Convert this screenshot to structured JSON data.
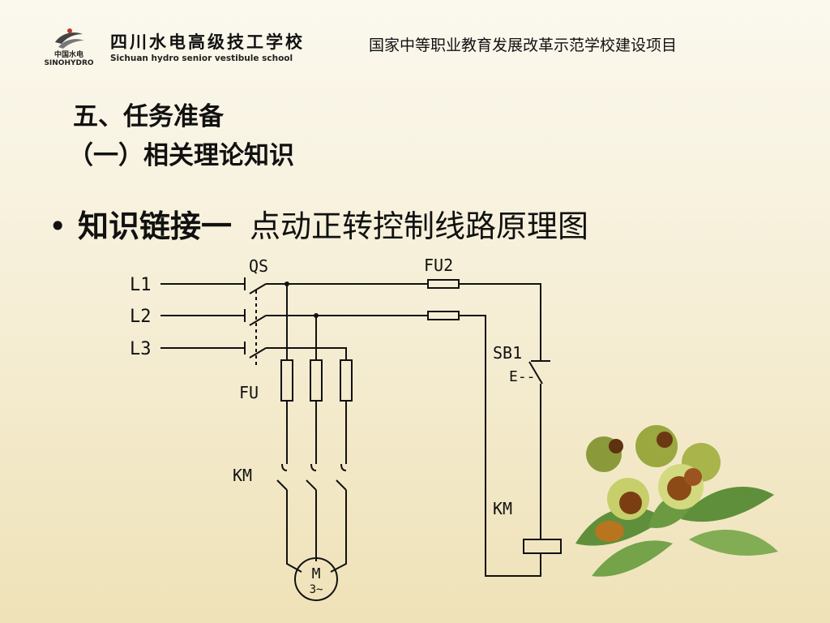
{
  "header": {
    "logo_caption_top": "中国水电",
    "logo_caption_bottom": "SINOHYDRO",
    "school_name_cn": "四川水电高级技工学校",
    "school_name_en": "Sichuan hydro senior vestibule school",
    "project": "国家中等职业教育发展改革示范学校建设项目"
  },
  "content": {
    "section": "五、任务准备",
    "subsection": "（一）相关理论知识",
    "bullet": "•",
    "bullet_strong": "知识链接一",
    "bullet_text": "点动正转控制线路原理图"
  },
  "diagram": {
    "labels": {
      "L1": "L1",
      "L2": "L2",
      "L3": "L3",
      "QS": "QS",
      "FU": "FU",
      "FU2": "FU2",
      "SB1": "SB1",
      "SB1_mark": "E--",
      "KM_main": "KM",
      "KM_coil": "KM",
      "motor_M": "M",
      "motor_3": "3~"
    }
  }
}
